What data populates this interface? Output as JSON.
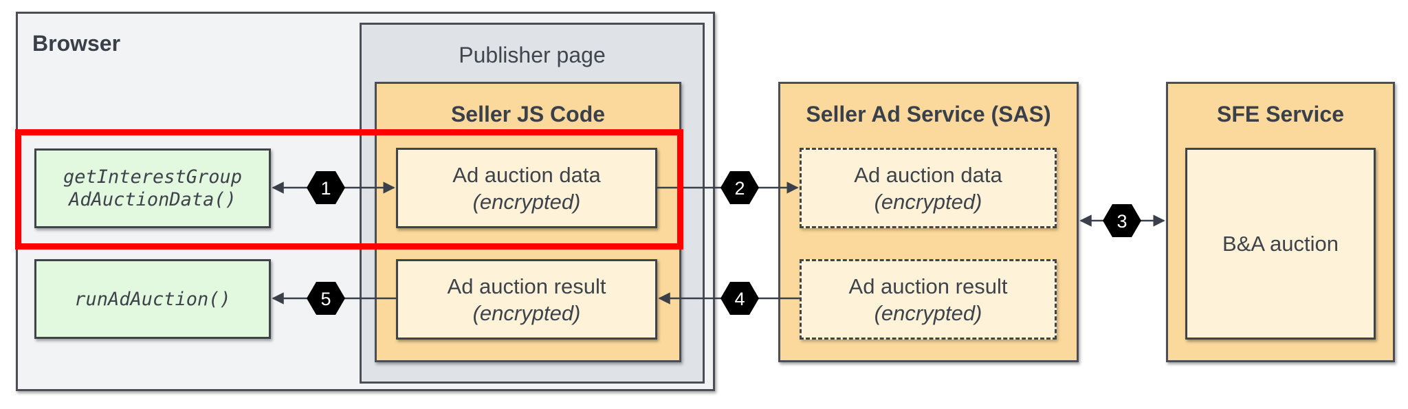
{
  "browser": {
    "title": "Browser"
  },
  "publisher_page": {
    "title": "Publisher page"
  },
  "seller_js": {
    "title": "Seller JS Code",
    "ad_auction_data": {
      "line1": "Ad auction data",
      "line2": "(encrypted)"
    },
    "ad_auction_result": {
      "line1": "Ad auction result",
      "line2": "(encrypted)"
    }
  },
  "api_calls": {
    "get_interest_group": {
      "line1": "getInterestGroup",
      "line2": "AdAuctionData()"
    },
    "run_ad_auction": {
      "line1": "runAdAuction()"
    }
  },
  "sas": {
    "title": "Seller Ad Service (SAS)",
    "ad_auction_data": {
      "line1": "Ad auction data",
      "line2": "(encrypted)"
    },
    "ad_auction_result": {
      "line1": "Ad auction result",
      "line2": "(encrypted)"
    }
  },
  "sfe": {
    "title": "SFE Service",
    "auction": {
      "label": "B&A auction"
    }
  },
  "steps": [
    "1",
    "2",
    "3",
    "4",
    "5"
  ],
  "colors": {
    "browser_bg": "#f1f3f5",
    "publisher_bg": "#dfe3e8",
    "seller_bg": "#fbd99c",
    "inner_bg": "#fef2d9",
    "api_bg": "#e2f8df",
    "highlight": "#ff0000",
    "step_badge": "#000000"
  }
}
